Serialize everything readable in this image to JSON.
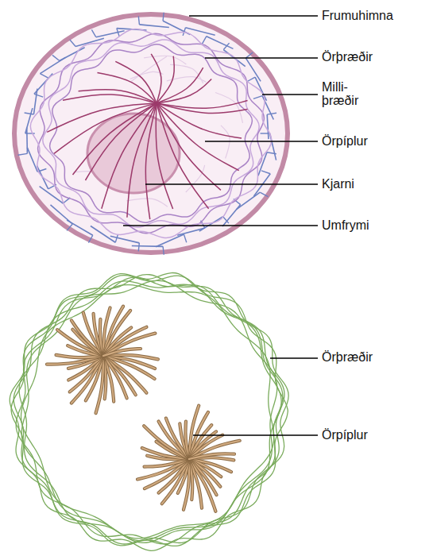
{
  "diagram": {
    "labels": [
      "Frumuhimna",
      "Örþræðir",
      "Milli- þræðir",
      "Örpíplur",
      "Kjarni",
      "Umfrymi",
      "Örþræðir",
      "Örpíplur"
    ]
  }
}
